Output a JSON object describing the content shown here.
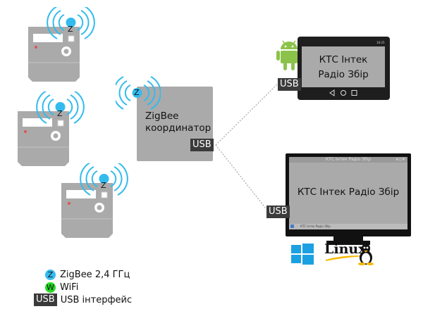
{
  "meters": [
    {
      "name": "meter-1",
      "badge": "Z"
    },
    {
      "name": "meter-2",
      "badge": "Z"
    },
    {
      "name": "meter-3",
      "badge": "Z"
    }
  ],
  "coordinator": {
    "badge": "Z",
    "line1": "ZigBee",
    "line2": "координатор",
    "port_label": "USB"
  },
  "tablet": {
    "port_label": "USB",
    "status_time": "18:25",
    "app_text_line1": "КТС Інтек",
    "app_text_line2": "Радіо Збір",
    "platform": "Android"
  },
  "desktop": {
    "port_label": "USB",
    "window_title": "КТС Інтек Радіо Збір",
    "app_text": "КТС Інтек Радіо Збір",
    "taskbar_item": "КТС Інтек Радіо Збір",
    "platforms": [
      "Windows",
      "Linux"
    ],
    "linux_label": "Linux"
  },
  "legend": {
    "zigbee": {
      "badge": "Z",
      "label": "ZigBee 2,4 ГГц",
      "color": "#33bbee"
    },
    "wifi": {
      "badge": "W",
      "label": "WiFi",
      "color": "#22dd22"
    },
    "usb": {
      "badge": "USB",
      "label": "USB інтерфейс",
      "color": "#3a3a3a"
    }
  },
  "colors": {
    "device_gray": "#aaaaaa",
    "signal_blue": "#33bbee",
    "usb_dark": "#3a3a3a",
    "android_green": "#8bc34a",
    "windows_blue": "#1ba1e2"
  }
}
